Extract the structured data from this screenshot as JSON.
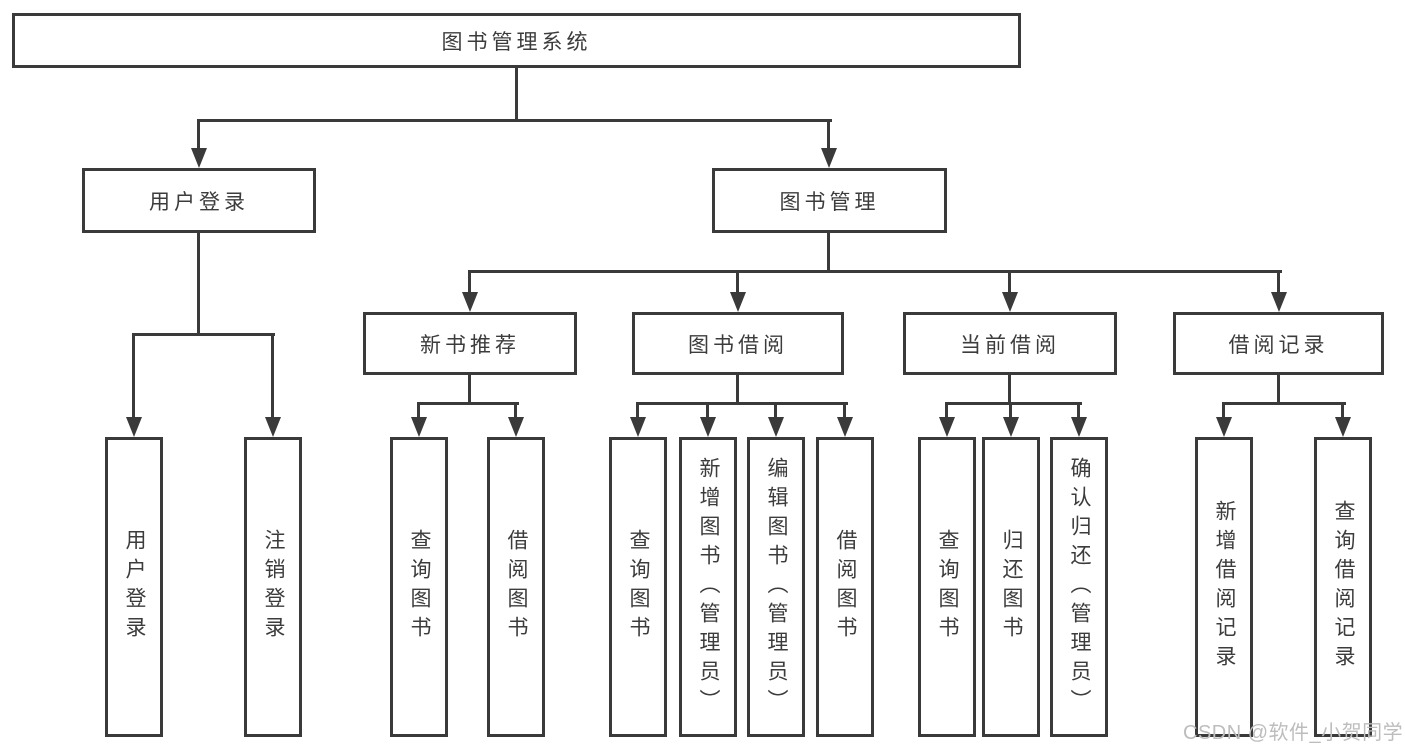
{
  "diagram": {
    "root": {
      "label": "图书管理系统"
    },
    "user": {
      "label": "用户登录",
      "children": [
        {
          "label": "用户登录"
        },
        {
          "label": "注销登录"
        }
      ]
    },
    "mgmt": {
      "label": "图书管理",
      "groups": [
        {
          "label": "新书推荐",
          "children": [
            {
              "label": "查询图书"
            },
            {
              "label": "借阅图书"
            }
          ]
        },
        {
          "label": "图书借阅",
          "children": [
            {
              "label": "查询图书"
            },
            {
              "label": "新增图书（管理员）"
            },
            {
              "label": "编辑图书（管理员）"
            },
            {
              "label": "借阅图书"
            }
          ]
        },
        {
          "label": "当前借阅",
          "children": [
            {
              "label": "查询图书"
            },
            {
              "label": "归还图书"
            },
            {
              "label": "确认归还（管理员）"
            }
          ]
        },
        {
          "label": "借阅记录",
          "children": [
            {
              "label": "新增借阅记录"
            },
            {
              "label": "查询借阅记录"
            }
          ]
        }
      ]
    },
    "colors": {
      "line": "#3a3a3a",
      "text": "#3c3c3c",
      "background": "#ffffff",
      "watermark": "#bdbdbd"
    }
  },
  "watermark": {
    "text": "CSDN @软件_小贺同学"
  }
}
